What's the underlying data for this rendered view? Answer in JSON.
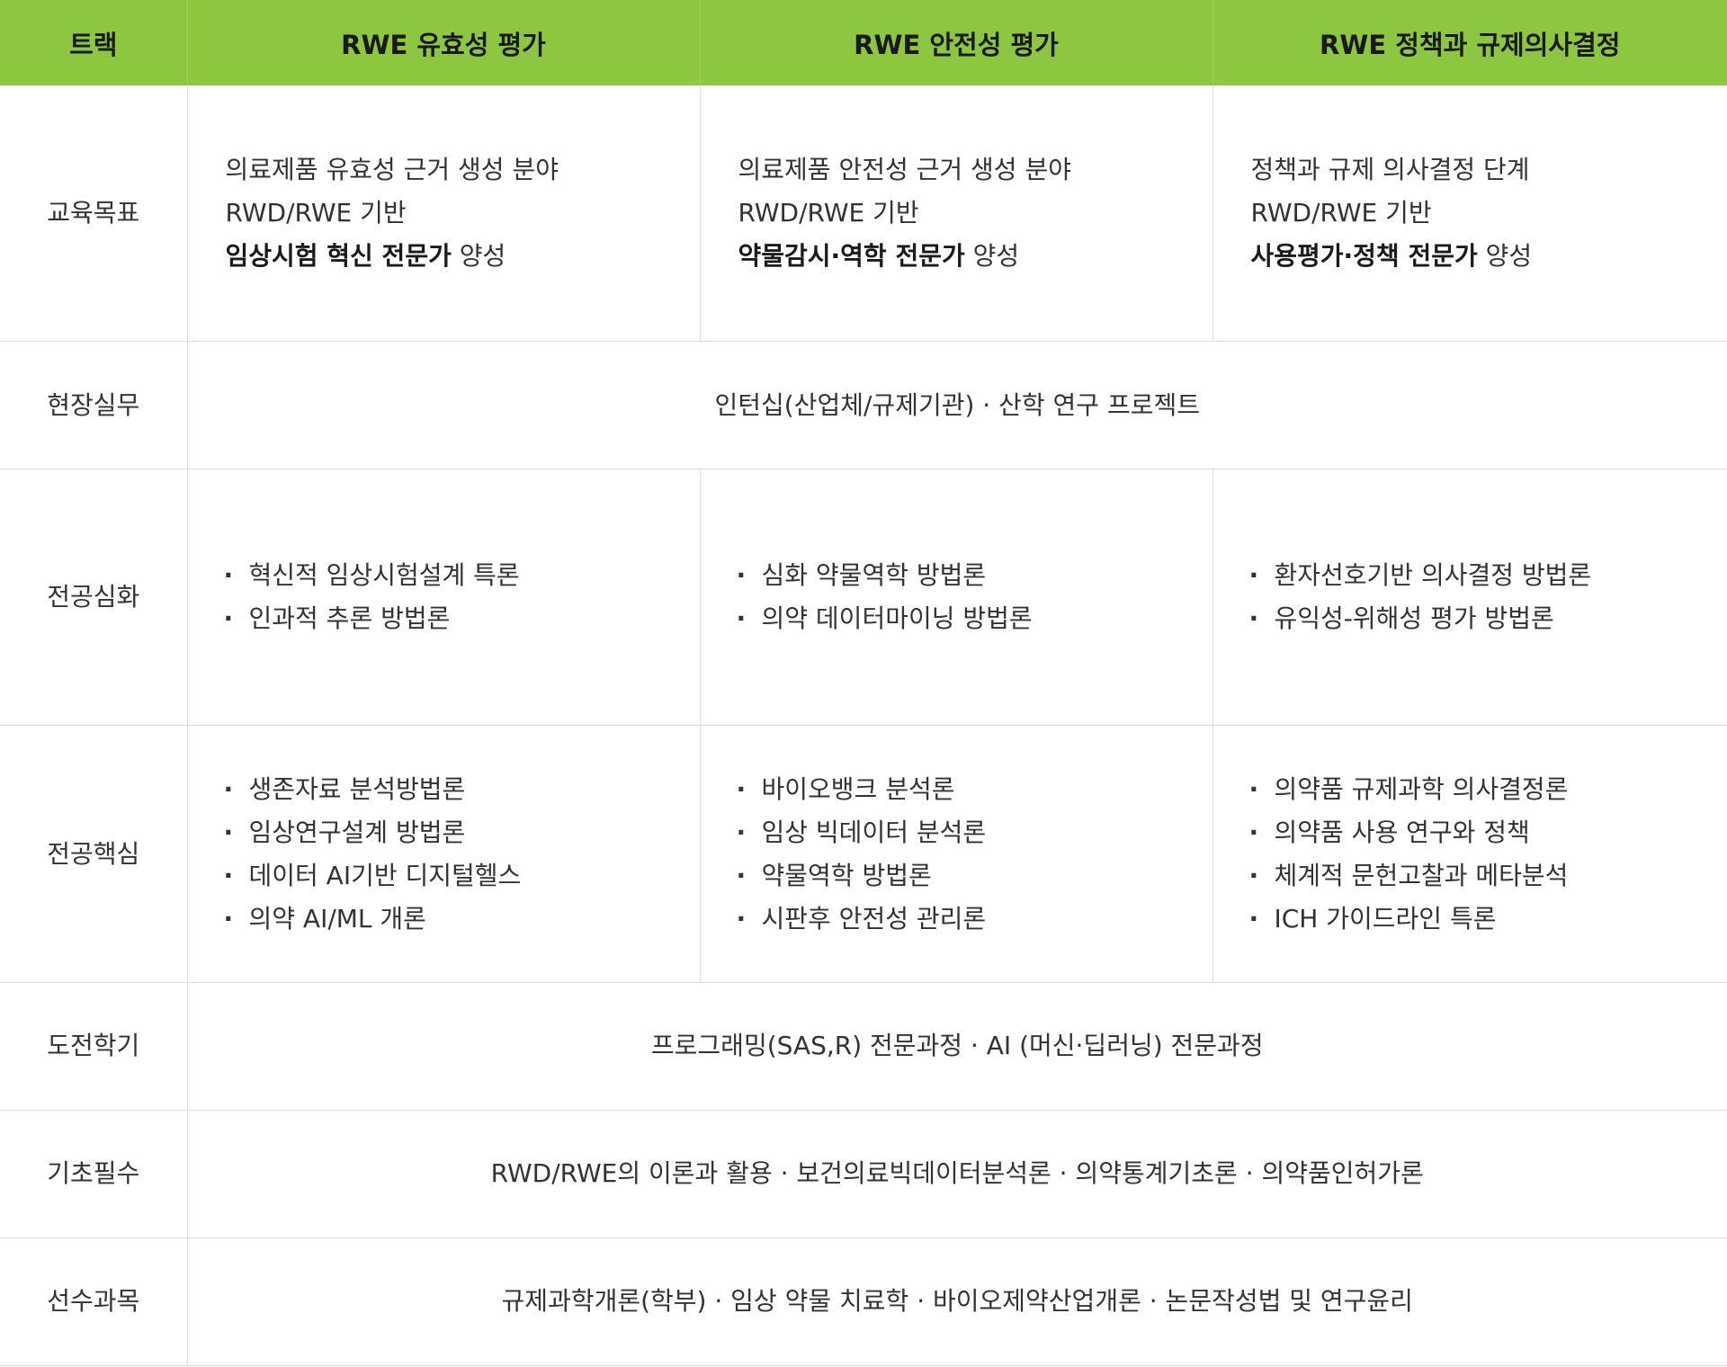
{
  "header": {
    "track": "트랙",
    "col1": "RWE 유효성 평가",
    "col2": "RWE 안전성 평가",
    "col3": "RWE 정책과 규제의사결정"
  },
  "rows": {
    "goal": {
      "label": "교육목표",
      "c1": {
        "l1": "의료제품 유효성 근거 생성 분야",
        "l2": "RWD/RWE 기반",
        "l3_bold": "임상시험 혁신 전문가",
        "l3_rest": " 양성"
      },
      "c2": {
        "l1": "의료제품 안전성 근거 생성 분야",
        "l2": "RWD/RWE 기반",
        "l3_bold": "약물감시·역학 전문가",
        "l3_rest": " 양성"
      },
      "c3": {
        "l1": "정책과 규제 의사결정 단계",
        "l2": "RWD/RWE 기반",
        "l3_bold": "사용평가·정책 전문가",
        "l3_rest": " 양성"
      }
    },
    "field": {
      "label": "현장실무",
      "text": "인턴십(산업체/규제기관) · 산학 연구 프로젝트"
    },
    "advanced": {
      "label": "전공심화",
      "c1": [
        "혁신적 임상시험설계 특론",
        "인과적 추론 방법론"
      ],
      "c2": [
        "심화 약물역학 방법론",
        "의약 데이터마이닝 방법론"
      ],
      "c3": [
        "환자선호기반 의사결정 방법론",
        "유익성-위해성 평가 방법론"
      ]
    },
    "core": {
      "label": "전공핵심",
      "c1": [
        "생존자료 분석방법론",
        "임상연구설계 방법론",
        "데이터 AI기반 디지털헬스",
        "의약 AI/ML 개론"
      ],
      "c2": [
        "바이오뱅크 분석론",
        "임상 빅데이터 분석론",
        "약물역학 방법론",
        "시판후 안전성 관리론"
      ],
      "c3": [
        "의약품 규제과학 의사결정론",
        "의약품 사용 연구와 정책",
        "체계적 문헌고찰과 메타분석",
        "ICH 가이드라인 특론"
      ]
    },
    "challenge": {
      "label": "도전학기",
      "text": "프로그래밍(SAS,R) 전문과정 · AI (머신·딥러닝) 전문과정"
    },
    "basic": {
      "label": "기초필수",
      "text": "RWD/RWE의 이론과 활용 · 보건의료빅데이터분석론 · 의약통계기초론 · 의약품인허가론"
    },
    "prereq": {
      "label": "선수과목",
      "text": "규제과학개론(학부) · 임상 약물 치료학 · 바이오제약산업개론 · 논문작성법 및 연구윤리"
    }
  },
  "colors": {
    "header_bg": "#8dc63f",
    "border": "#dddddd",
    "text": "#333333"
  }
}
